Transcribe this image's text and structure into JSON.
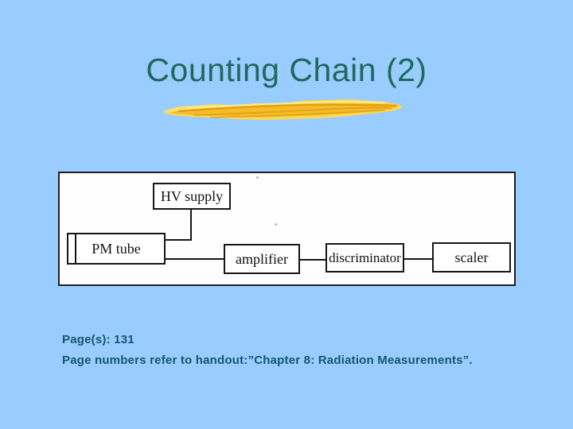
{
  "slide": {
    "title": "Counting Chain (2)",
    "footnote_line1": "Page(s): 131",
    "footnote_line2": "Page numbers refer to handout:”Chapter 8: Radiation Measurements”."
  },
  "diagram": {
    "description": "Block diagram of a radiation counting chain",
    "boxes": [
      {
        "id": "hv-supply",
        "label": "HV supply"
      },
      {
        "id": "pm-tube",
        "label": "PM tube"
      },
      {
        "id": "amplifier",
        "label": "amplifier"
      },
      {
        "id": "discriminator",
        "label": "discriminator"
      },
      {
        "id": "scaler",
        "label": "scaler"
      }
    ],
    "connections": [
      {
        "from": "HV supply",
        "to": "PM tube"
      },
      {
        "from": "PM tube",
        "to": "amplifier"
      },
      {
        "from": "amplifier",
        "to": "discriminator"
      },
      {
        "from": "discriminator",
        "to": "scaler"
      }
    ]
  },
  "colors": {
    "background": "#99CCFF",
    "title_text": "#1D6A5E",
    "footnote_text": "#13596B",
    "diagram_ink": "#161616",
    "panel_background": "#FEFEFE",
    "brush_base": "#FFD94F",
    "brush_mid": "#F4B826",
    "brush_dark": "#DE9A12",
    "brush_highlight": "#FFEC9A"
  }
}
